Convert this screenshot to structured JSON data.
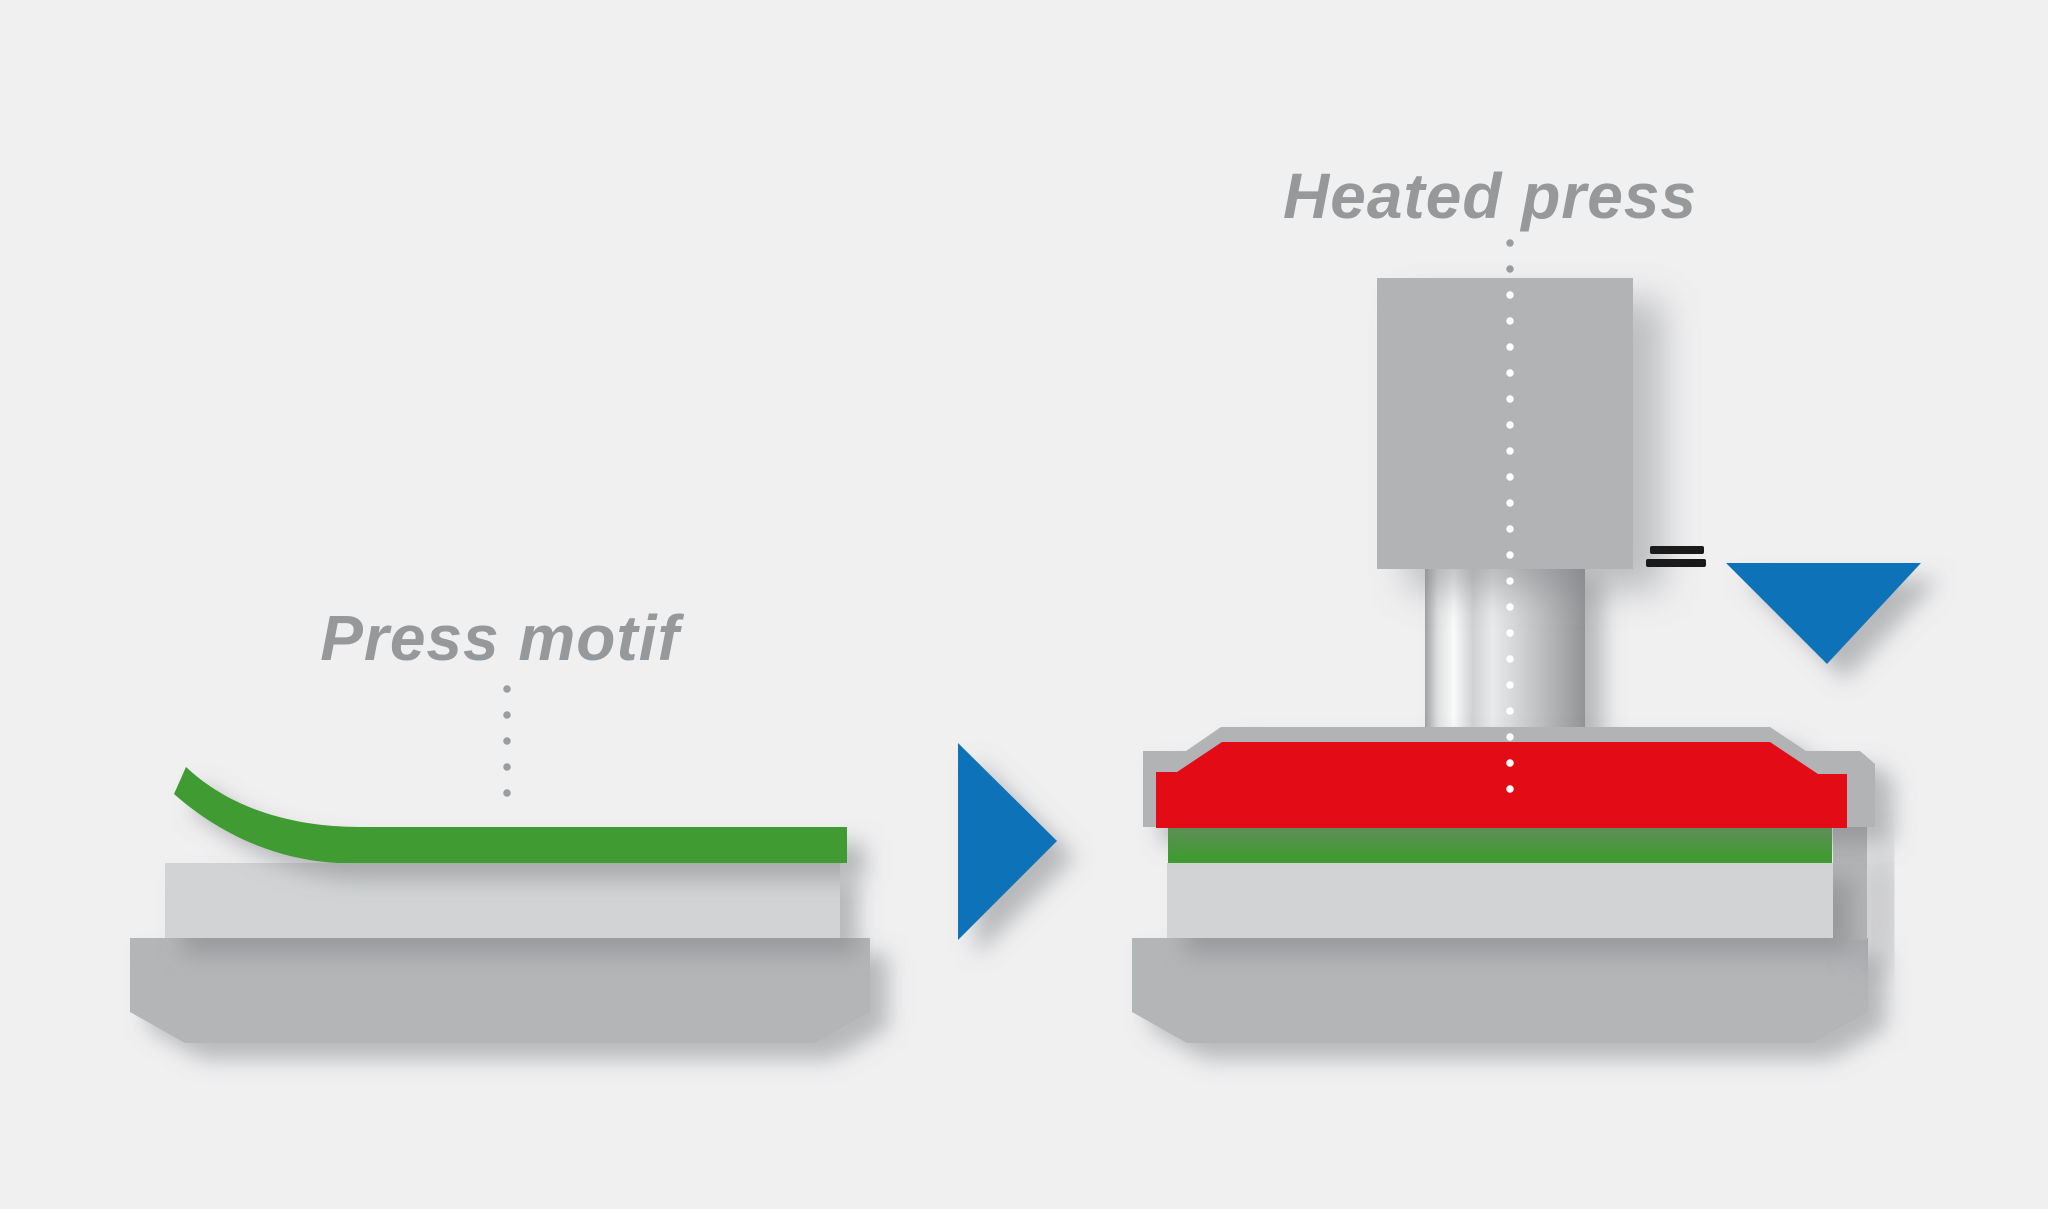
{
  "scene": {
    "background_color": "#f0f0f1",
    "label_color": "#96989a",
    "guide_dot_color": "#9a9c9e",
    "inner_dot_color": "#ffffff"
  },
  "left_diagram": {
    "label": "Press motif",
    "film_color": "#3f9b30",
    "pad_color": "#d1d3d4",
    "base_color": "#b3b5b7"
  },
  "transition": {
    "arrow_icon": "right-arrow",
    "arrow_color": "#1172b8"
  },
  "right_diagram": {
    "label": "Heated press",
    "machine_color": "#b1b3b5",
    "plate_color": "#e30b16",
    "film_color": "#3f9b30",
    "pad_color": "#d1d3d4",
    "base_color": "#b3b5b7",
    "press_direction_icon": "down-arrow",
    "press_arrow_color": "#1172b8",
    "equals_icon_color": "#1a1a1a"
  }
}
